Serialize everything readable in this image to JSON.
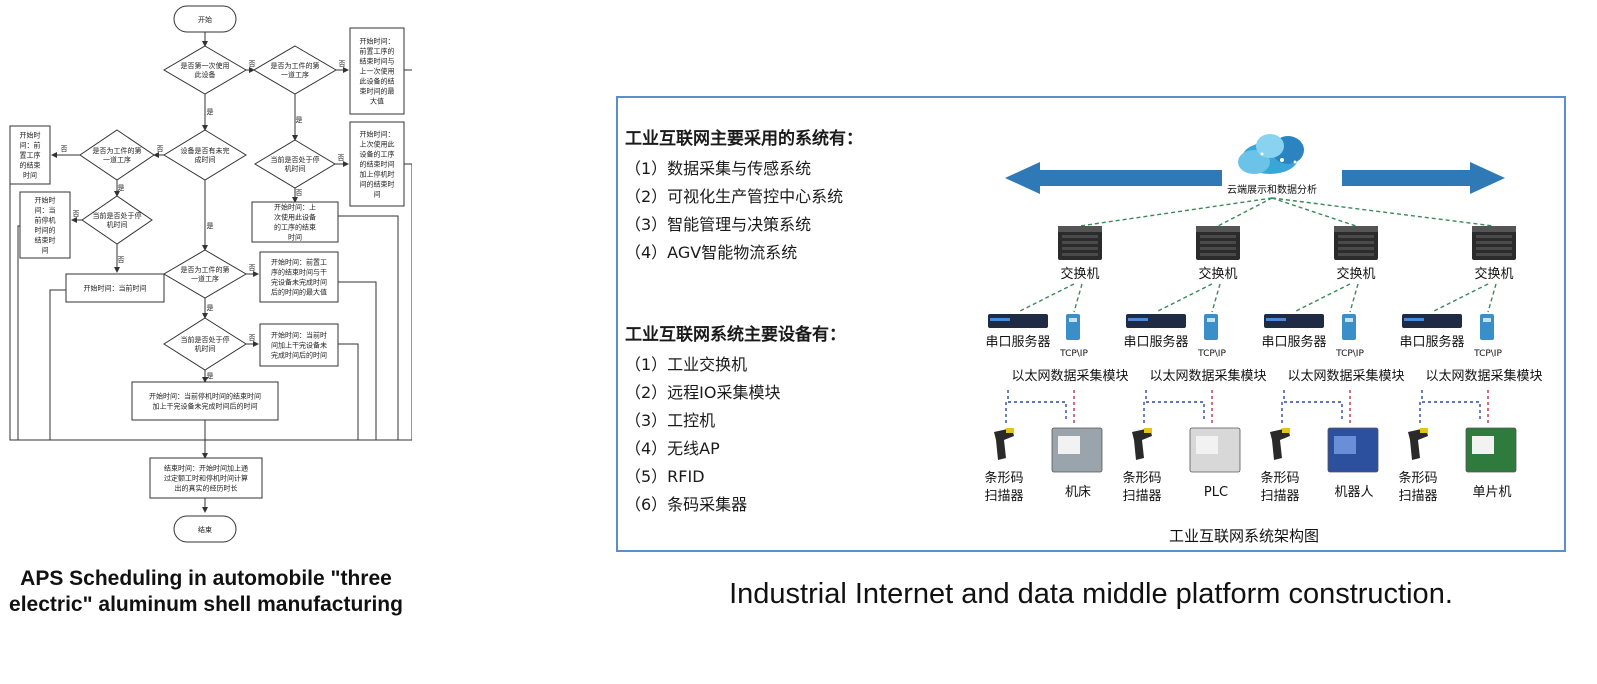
{
  "flowchart": {
    "start": "开始",
    "end": "结束",
    "d1": [
      "是否第一次使用",
      "此设备"
    ],
    "d2": [
      "是否为工件的第",
      "一道工序"
    ],
    "d3": [
      "设备是否有未完",
      "成时间"
    ],
    "d4": [
      "是否为工件的第",
      "一道工序"
    ],
    "d5": [
      "当前是否处于停",
      "机时间"
    ],
    "d6": [
      "当前是否处于停",
      "机时间"
    ],
    "d7": [
      "是否为工件的第",
      "一道工序"
    ],
    "d8": [
      "当前是否处于停",
      "机时间"
    ],
    "b_r1": [
      "开始时间：",
      "前置工序的",
      "结束时间与",
      "上一次使用",
      "此设备的结",
      "束时间的最",
      "大值"
    ],
    "b_r2": [
      "开始时间：",
      "上次使用此",
      "设备的工序",
      "的结束时间",
      "加上停机时",
      "间的结束时",
      "间"
    ],
    "b_r3": [
      "开始时间：上",
      "次使用此设备",
      "的工序的结束",
      "时间"
    ],
    "b_l1": [
      "开始时",
      "间：前",
      "置工序",
      "的结束",
      "时间"
    ],
    "b_l2": [
      "开始时",
      "间：当",
      "前停机",
      "时间的",
      "结束时",
      "间"
    ],
    "b_l3": [
      "开始时间：当前时间"
    ],
    "b_m1": [
      "开始时间：前置工",
      "序的结束时间与干",
      "完设备未完成时间",
      "后的时间的最大值"
    ],
    "b_m2": [
      "开始时间：当前时",
      "间加上干完设备未",
      "完成时间后的时间"
    ],
    "b_m3": [
      "开始时间：当前停机时间的结束时间",
      "加上干完设备未完成时间后的时间"
    ],
    "b_end": [
      "结束时间：开始时间加上通",
      "过定额工时和停机时间计算",
      "出的真实的经历时长"
    ],
    "yes": "是",
    "no": "否"
  },
  "captions": {
    "left": "APS Scheduling in automobile \"three electric\" aluminum shell manufacturing",
    "right": "Industrial Internet and data middle platform construction."
  },
  "architecture": {
    "systems_heading": "工业互联网主要采用的系统有：",
    "systems": [
      "（1）数据采集与传感系统",
      "（2）可视化生产管控中心系统",
      "（3）智能管理与决策系统",
      "（4）AGV智能物流系统"
    ],
    "devices_heading": "工业互联网系统主要设备有：",
    "devices": [
      "（1）工业交换机",
      "（2）远程IO采集模块",
      "（3）工控机",
      "（4）无线AP",
      "（5）RFID",
      "（6）条码采集器"
    ],
    "cloud_label": "云端展示和数据分析",
    "switch_label": "交换机",
    "serial_label": "串口服务器",
    "tcp_label": "TCP\\IP",
    "ethernet_label": "以太网数据采集模块",
    "scanner_label": [
      "条形码",
      "扫描器"
    ],
    "machines": [
      "机床",
      "PLC",
      "机器人",
      "单片机"
    ],
    "diagram_title": "工业互联网系统架构图",
    "colors": {
      "arrow": "#2f79b7",
      "frame": "#5b8fc9",
      "green_dash": "#3a8a5a",
      "blue_dash": "#2a4aa0",
      "red_dash": "#c0304a"
    }
  }
}
